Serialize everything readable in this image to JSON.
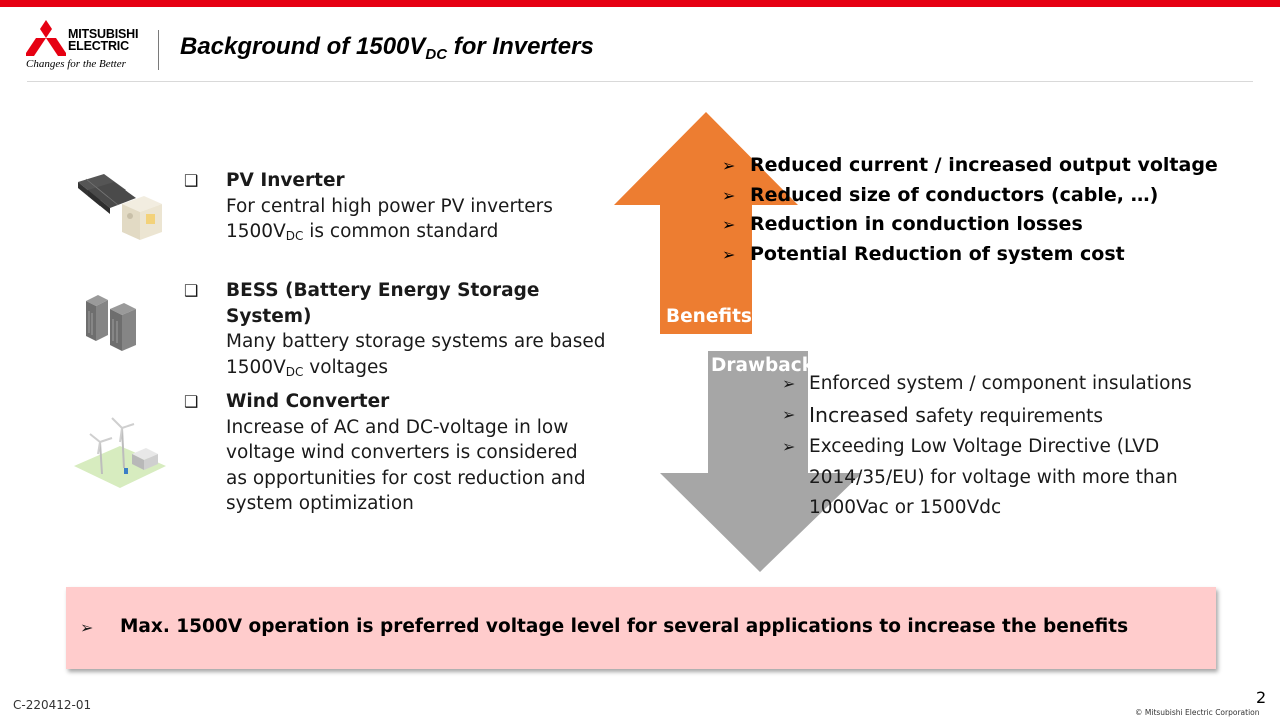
{
  "colors": {
    "brand_red": "#e60012",
    "benefits_arrow": "#ed7d31",
    "drawback_arrow": "#a6a6a6",
    "summary_background": "#ffcccc"
  },
  "header": {
    "logo": {
      "name_line1": "MITSUBISHI",
      "name_line2": "ELECTRIC",
      "tagline": "Changes for the Better"
    },
    "title_main": "Background of 1500V",
    "title_sub": "DC",
    "title_tail": " for Inverters"
  },
  "applications": [
    {
      "icon": "pv-inverter-icon",
      "heading": "PV Inverter",
      "text": "For central high power PV inverters",
      "voltage": "1500V",
      "voltage_sub": "DC",
      "tail": " is common standard"
    },
    {
      "icon": "battery-storage-icon",
      "heading": "BESS (Battery Energy Storage System)",
      "text": "Many battery storage systems are based",
      "voltage": "1500V",
      "voltage_sub": "DC",
      "tail": " voltages"
    },
    {
      "icon": "wind-turbine-icon",
      "heading": "Wind Converter",
      "text": "Increase of AC and DC-voltage in low voltage wind converters is considered as opportunities for cost reduction and system optimization"
    }
  ],
  "benefits": {
    "label": "Benefits",
    "bullet": "➢",
    "items": [
      "Reduced current / increased output voltage",
      "Reduced size of conductors (cable, …)",
      "Reduction in conduction losses",
      "Potential Reduction of system cost"
    ]
  },
  "drawbacks": {
    "label": "Drawback",
    "bullet": "➢",
    "items": [
      {
        "text": "Enforced system / component insulations"
      },
      {
        "big": "Increased s",
        "text": "afety requirements"
      },
      {
        "text": "Exceeding Low Voltage Directive (LVD 2014/35/EU) for voltage with more than 1000Vac or 1500Vdc"
      }
    ]
  },
  "summary": {
    "bullet": "➢",
    "text": "Max. 1500V operation is preferred voltage level for several applications to increase the benefits"
  },
  "footer": {
    "doc_id": "C-220412-01",
    "page_number": "2",
    "copyright": "© Mitsubishi Electric Corporation"
  }
}
